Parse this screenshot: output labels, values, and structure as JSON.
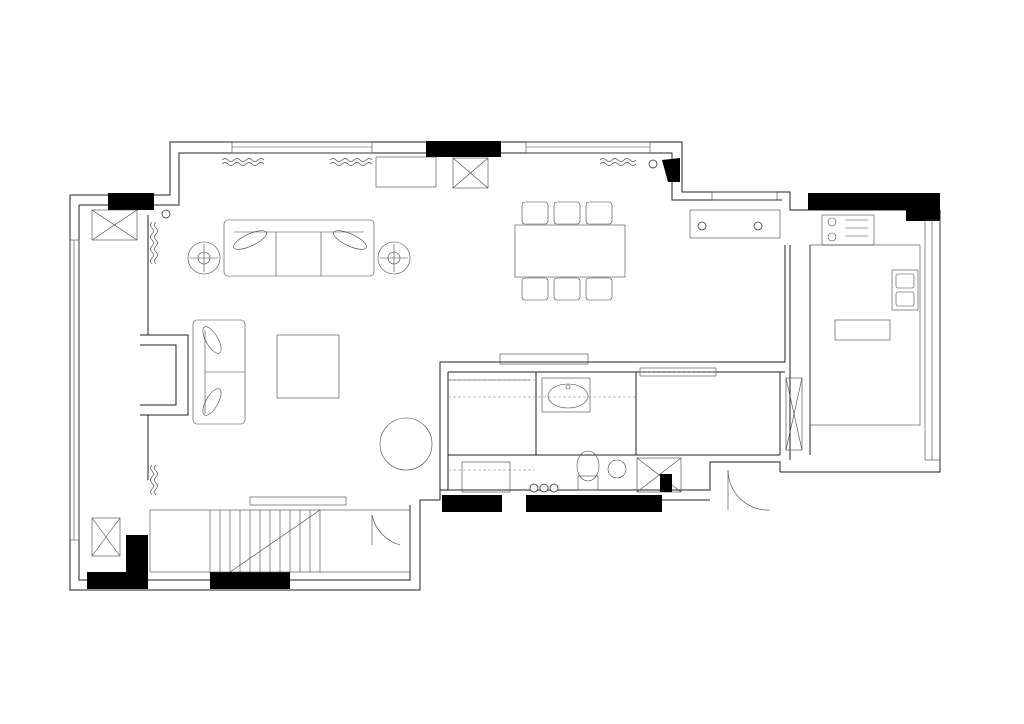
{
  "drawing": {
    "kind": "floor-plan",
    "rooms": [
      "living-room",
      "dining-area",
      "kitchen",
      "bathroom",
      "staircase",
      "entry"
    ],
    "colors": {
      "wall": "#222222",
      "column": "#000000",
      "background": "#ffffff"
    },
    "icons": [
      "sofa-icon",
      "armchair-icon",
      "lamp-icon",
      "dining-table-icon",
      "chair-icon",
      "stove-icon",
      "sink-icon",
      "toilet-icon",
      "washbasin-icon",
      "shaft-icon",
      "door-swing-icon",
      "stair-icon",
      "curtain-icon",
      "plant-icon"
    ]
  }
}
